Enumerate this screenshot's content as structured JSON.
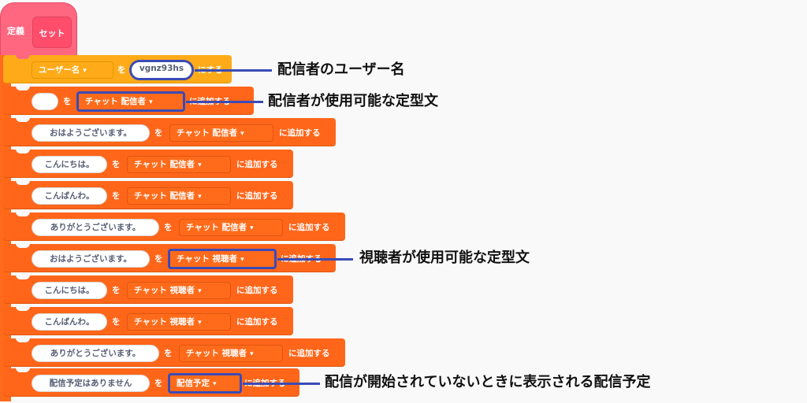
{
  "define_block": {
    "define_label": "定義",
    "name_label": "セット"
  },
  "texts": {
    "wo": "を",
    "add": "に追加する",
    "set_to": "にする"
  },
  "caret_glyph": "▾",
  "row1": {
    "variable": "ユーザー名",
    "value": "vgnz93hs"
  },
  "row2": {
    "item": "",
    "list": "チャット 配信者"
  },
  "rows": [
    {
      "item": "おはようございます。",
      "list": "チャット 配信者"
    },
    {
      "item": "こんにちは。",
      "list": "チャット 配信者"
    },
    {
      "item": "こんばんわ。",
      "list": "チャット 配信者"
    },
    {
      "item": "ありがとうございます。",
      "list": "チャット 配信者"
    },
    {
      "item": "おはようございます。",
      "list": "チャット 視聴者"
    },
    {
      "item": "こんにちは。",
      "list": "チャット 視聴者"
    },
    {
      "item": "こんばんわ。",
      "list": "チャット 視聴者"
    },
    {
      "item": "ありがとうございます。",
      "list": "チャット 視聴者"
    },
    {
      "item": "配信予定はありません",
      "list": "配信予定"
    }
  ],
  "annotations": {
    "username": "配信者のユーザー名",
    "streamer_phrases": "配信者が使用可能な定型文",
    "viewer_phrases": "視聴者が使用可能な定型文",
    "schedule": "配信が開始されていないときに表示される配信予定"
  },
  "colors": {
    "control_orange": "#ff661a",
    "variable_yellow": "#ffab19",
    "define_pink": "#ff6680",
    "highlight_blue": "#3a4bb6"
  }
}
